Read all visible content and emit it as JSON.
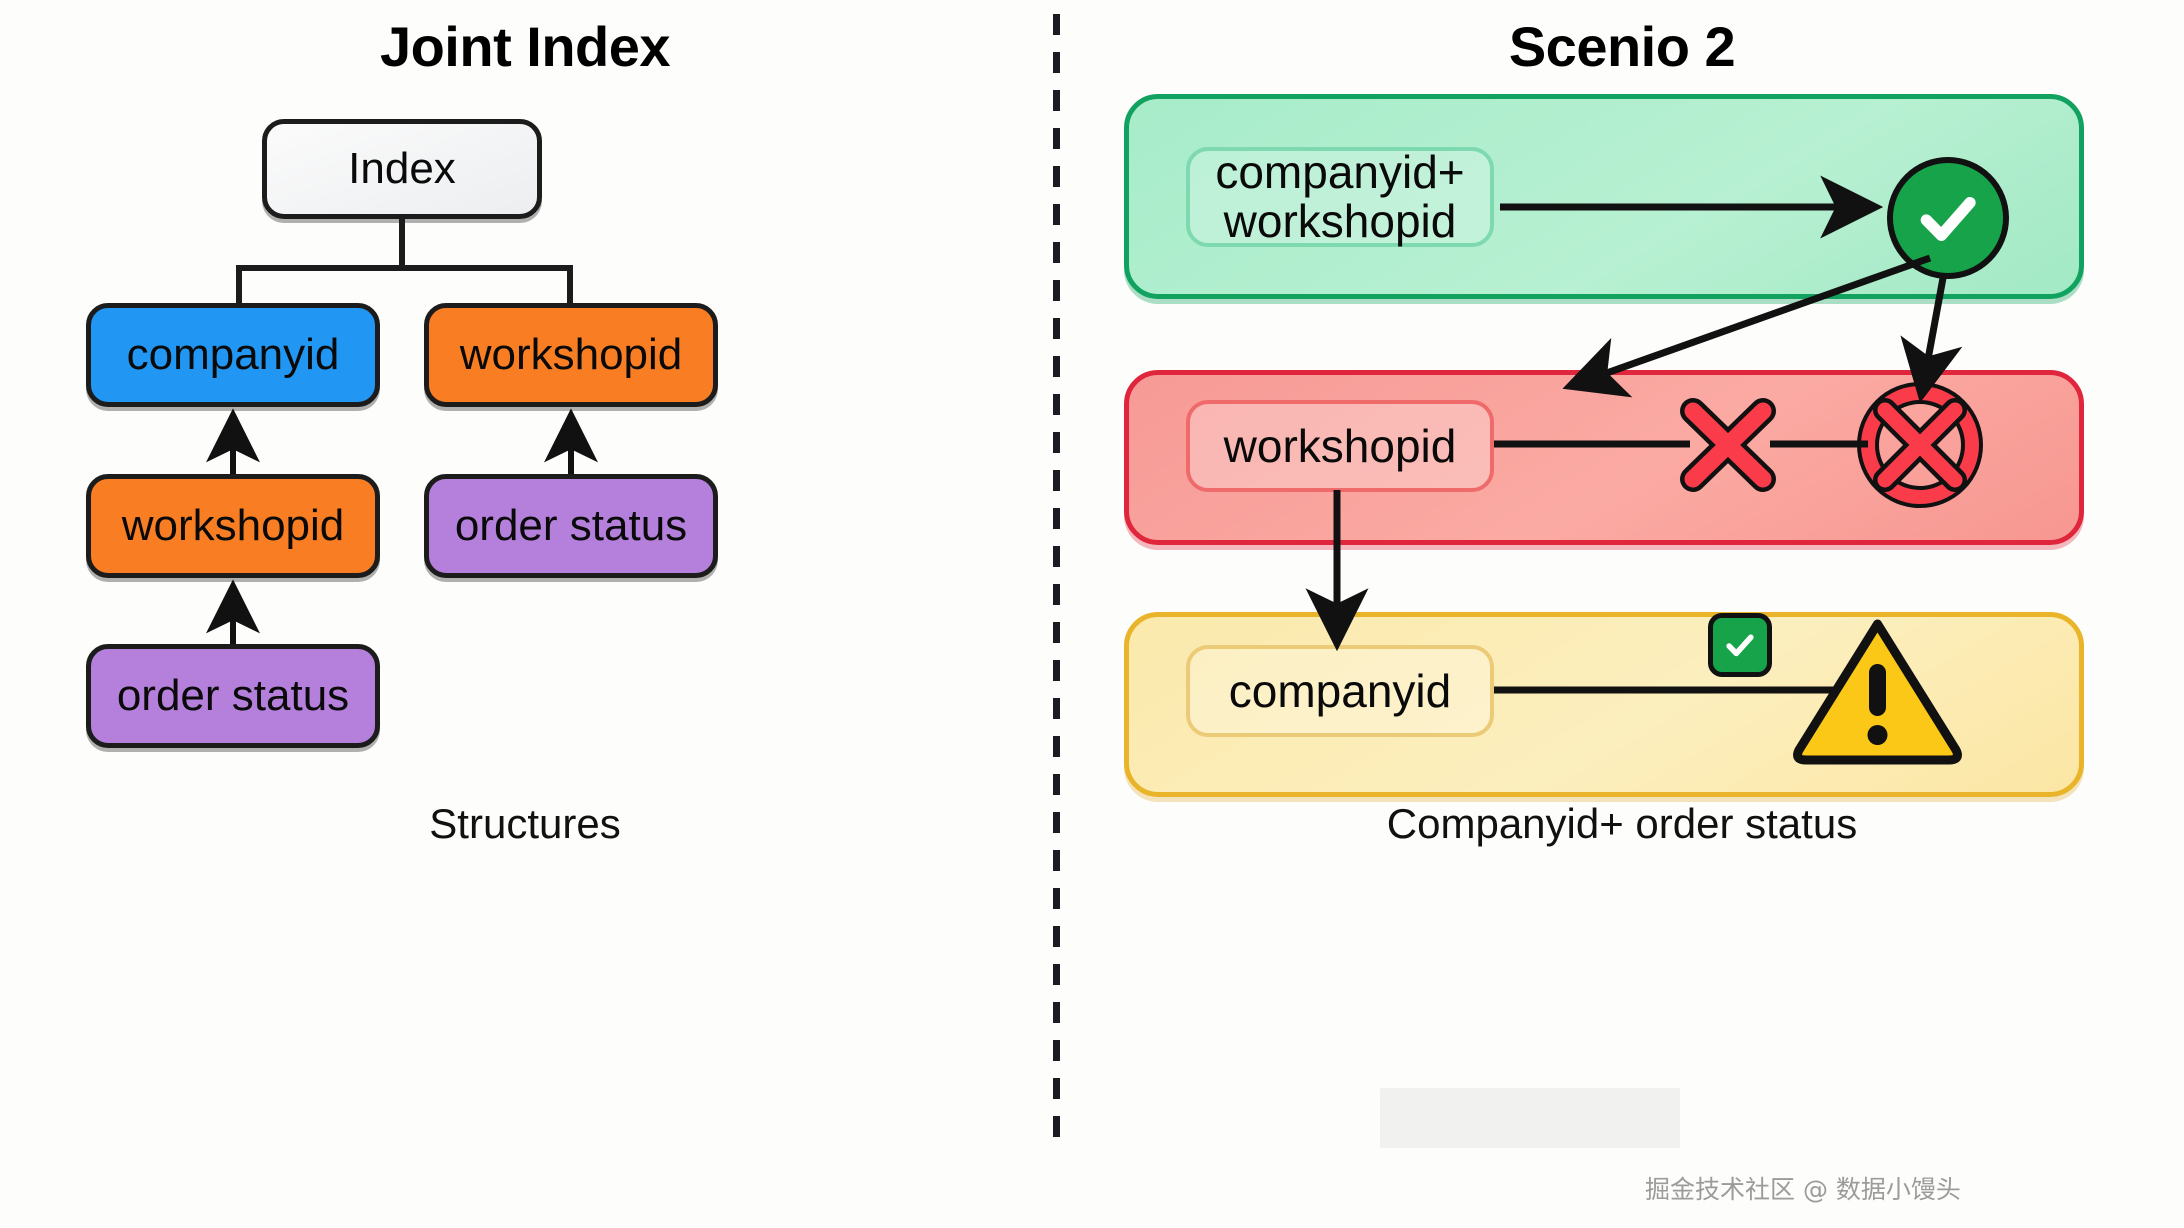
{
  "left": {
    "title": "Joint Index",
    "caption": "Structures",
    "nodes": {
      "index": "Index",
      "companyid": "companyid",
      "workshopid_right": "workshopid",
      "workshopid_left": "workshopid",
      "order_status_right": "order status",
      "order_status_left": "order status"
    },
    "colors": {
      "index": "#f2f4f5",
      "blue": "#2196f3",
      "orange": "#f97d22",
      "purple": "#b57fdc",
      "stroke": "#1c1c1c"
    }
  },
  "right": {
    "title": "Scenio 2",
    "caption": "Companyid+ order status",
    "panels": [
      {
        "id": "green",
        "chip": "companyid+ workshopid",
        "status_icon": "check-circle-icon",
        "border_color": "#11a25f",
        "fill_color": "#b2efd0"
      },
      {
        "id": "red",
        "chip": "workshopid",
        "status_icon": "x-mark-icon",
        "status_icon_2": "circle-x-icon",
        "border_color": "#e0263c",
        "fill_color": "#f9a29c"
      },
      {
        "id": "yellow",
        "chip": "companyid",
        "status_icon": "check-square-icon",
        "status_icon_2": "warning-triangle-icon",
        "border_color": "#e9b42a",
        "fill_color": "#fbeab2"
      }
    ]
  },
  "divider": {
    "name": "vertical-dashed-divider",
    "color": "#1b1b23"
  },
  "watermark": {
    "text": "掘金技术社区 @ 数据小馒头"
  }
}
